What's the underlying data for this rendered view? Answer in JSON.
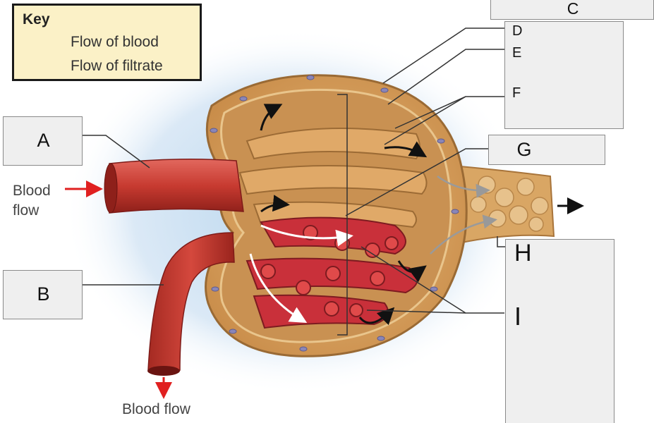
{
  "key": {
    "title": "Key",
    "blood_label": "Flow of blood",
    "filtrate_label": "Flow of filtrate"
  },
  "labels": {
    "A": "A",
    "B": "B",
    "C": "C",
    "D": "D",
    "E": "E",
    "F": "F",
    "G": "G",
    "H": "H",
    "I": "I"
  },
  "flow_text": {
    "blood_flow_left_line1": "Blood",
    "blood_flow_left_line2": "flow",
    "blood_flow_bottom": "Blood flow"
  },
  "colors": {
    "key_bg": "#fbf1c7",
    "blood_arrow": "#e02020",
    "filtrate_arrow": "#111111",
    "vessel": "#c23a32",
    "tissue": "#d9a15e",
    "label_box": "#efefef"
  }
}
